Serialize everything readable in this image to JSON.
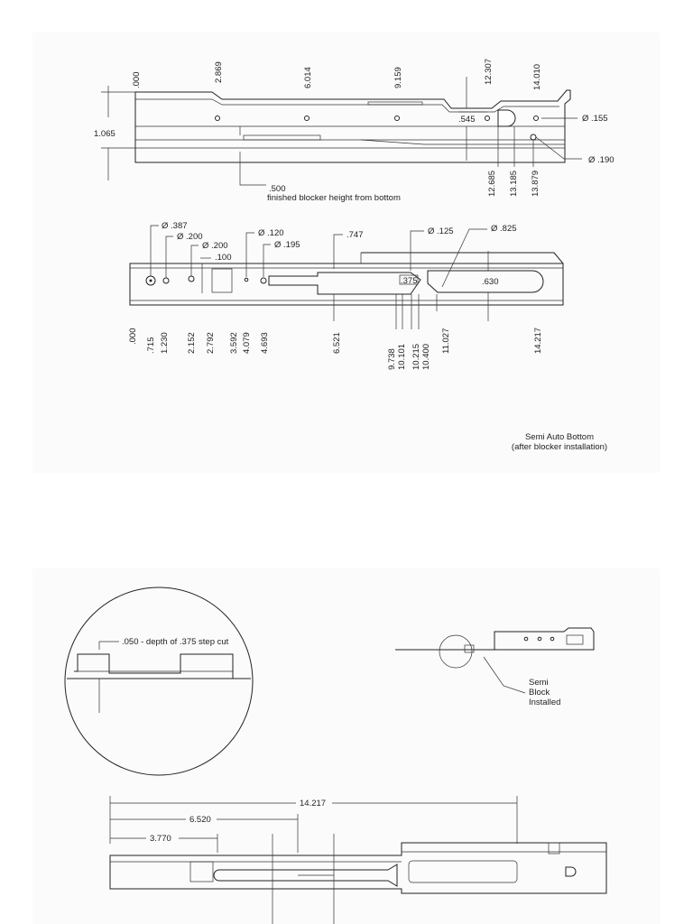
{
  "side_view": {
    "x_dims": [
      ".000",
      "2.869",
      "6.014",
      "9.159",
      "12.307",
      "14.010"
    ],
    "height": "1.065",
    "depth": ".545",
    "holes": [
      "Ø .155",
      "Ø .190"
    ],
    "lower_dims": [
      "12.685",
      "13.185",
      "13.879"
    ],
    "blocker_value": ".500",
    "blocker_text": "finished blocker height from bottom"
  },
  "bottom_view": {
    "dia_labels": [
      "Ø .387",
      "Ø .200",
      "Ø .200",
      ".100",
      "Ø .120",
      "Ø .195",
      ".747",
      "Ø .125",
      "Ø .825"
    ],
    "inner_labels": [
      ".375",
      ".630"
    ],
    "x_dims": [
      ".000",
      ".715",
      "1.230",
      "2.152",
      "2.792",
      "3.592",
      "4.079",
      "4.693",
      "6.521",
      "9.738",
      "10.101",
      "10.215",
      "10.400",
      "11.027",
      "14.217"
    ]
  },
  "caption": {
    "line1": "Semi Auto Bottom",
    "line2": "(after blocker installation)"
  },
  "detail": {
    "step_label": ".050 - depth of .375 step cut"
  },
  "install_note": {
    "lines": [
      "Semi",
      "Block",
      "Installed"
    ]
  },
  "length_view": {
    "dims": [
      "14.217",
      "6.520",
      "3.770"
    ]
  }
}
